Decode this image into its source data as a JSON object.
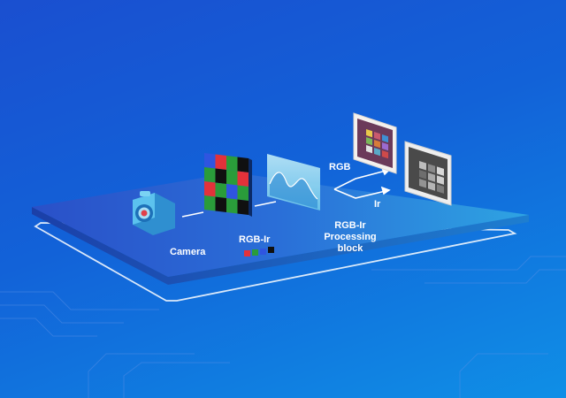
{
  "labels": {
    "camera": "Camera",
    "rgb_ir": "RGB-Ir",
    "processing_block": "RGB-Ir Processing block",
    "rgb": "RGB",
    "ir": "Ir"
  },
  "colors": {
    "background_top": "#1a4fd0",
    "background_bottom": "#0f8fe6",
    "platform_top": "#2b69d8",
    "platform_edge": "#1c4fb8",
    "camera_body": "#49b6ea",
    "camera_lens": "#e0404a",
    "bayer_red": "#e3323a",
    "bayer_green": "#2a9c3a",
    "bayer_blue": "#2f55e0",
    "bayer_ir": "#101010",
    "waveform_panel": "#8fd6ef"
  },
  "icons": [
    "camera-icon",
    "bayer-filter-icon",
    "waveform-icon",
    "rgb-image-icon",
    "ir-image-icon",
    "arrow-icon"
  ]
}
